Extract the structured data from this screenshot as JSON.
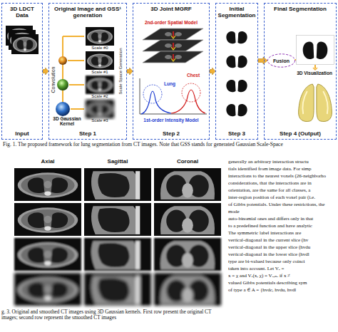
{
  "diagram": {
    "caption": "Fig. 1. The proposed framework for lung segmentation from CT images. Note that GSS stands for generated Gaussian Scale-Space",
    "nodes": [
      {
        "text": [
          "3D LDCT Data",
          "Input"
        ]
      },
      {
        "text": [
          "Original Image and GSS¹ generation",
          "Step 1"
        ]
      },
      {
        "text": [
          "3D Joint MGRF",
          "Step 2"
        ]
      },
      {
        "text": [
          "Initial Segmentation",
          "Step 3"
        ]
      },
      {
        "text": [
          "Final Segmentation",
          "Step 4 (Output)"
        ]
      },
      {
        "text": [
          "Fusion"
        ],
        "in": 4
      }
    ],
    "edges": [
      {
        "from": 0,
        "to": 1,
        "arrow": "to"
      },
      {
        "from": 1,
        "to": 2,
        "arrow": "to"
      },
      {
        "from": 2,
        "to": 3,
        "arrow": "to"
      },
      {
        "from": 3,
        "to": 5,
        "arrow": "to"
      }
    ],
    "labels": [
      "Convolution",
      "Scale Space Generation",
      "Scale #0",
      "Scale #1",
      "Scale #2",
      "Scale #3",
      "3D Gaussian Kernel",
      "2nd-order Spatial Model",
      "Lung",
      "Chest",
      "1st-order Intensity Model",
      "3D Visualization",
      "Axial",
      "Sagittal",
      "Coronal",
      "g. 3. Original and smoothed CT images using 3D Gaussian kernels. First row present the original CT images; second row represent the smoothed CT images",
      "generally an arbitrary interaction structu",
      "tials identified from image data. For simp",
      "interactions to the nearest voxels (26-neighborho",
      "considerations, that the interactions are in",
      "orientation, are the same for all classes, a",
      "inter-region position of each voxel pair (i.e.",
      "of Gibbs potentials. Under these restrictions, the mode",
      "auto-binomial ones and differs only in that",
      "to a predefined function and have analytic",
      "The symmetric label interactions are",
      "vertical-diagonal in the current slice (hv",
      "vertical-diagonal in the upper slice (hvdu",
      "vertical-diagonal in the lower slice (hvdl",
      "type are bi-valued because only coinci",
      "taken into account. Let Vₐ =",
      "x = χ and Vₐ(x, χ) = Vₐ,ₙₑ if x ≠",
      "valued Gibbs potentials describing sym",
      "of type a ∈ A = {hvdc, hvdu, hvdl"
    ]
  }
}
